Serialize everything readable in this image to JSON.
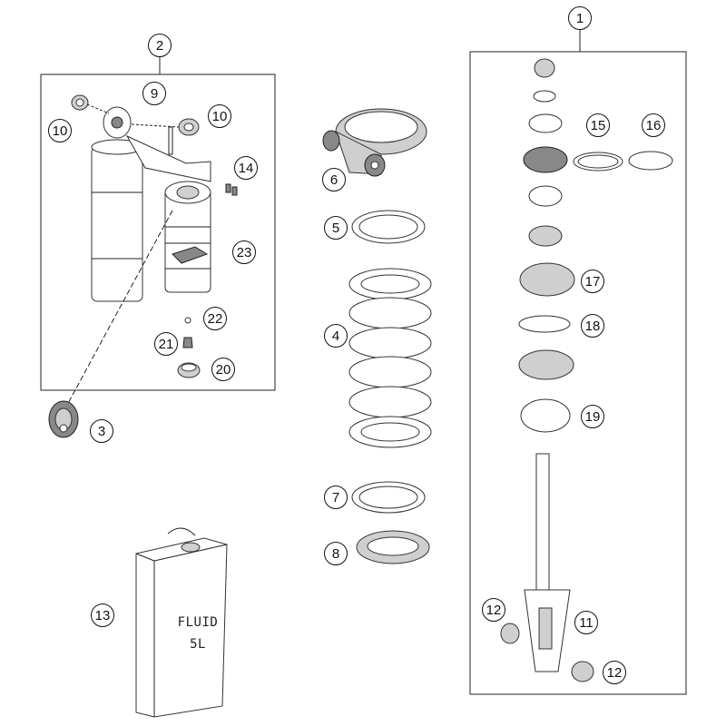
{
  "callouts": {
    "c1": "1",
    "c2": "2",
    "c3": "3",
    "c4": "4",
    "c5": "5",
    "c6": "6",
    "c7": "7",
    "c8": "8",
    "c9": "9",
    "c10a": "10",
    "c10b": "10",
    "c11": "11",
    "c12a": "12",
    "c12b": "12",
    "c13": "13",
    "c14": "14",
    "c15": "15",
    "c16": "16",
    "c17": "17",
    "c18": "18",
    "c19": "19",
    "c20": "20",
    "c21": "21",
    "c22": "22",
    "c23": "23"
  },
  "fluid_can": {
    "line1": "FLUID",
    "line2": "5L"
  }
}
